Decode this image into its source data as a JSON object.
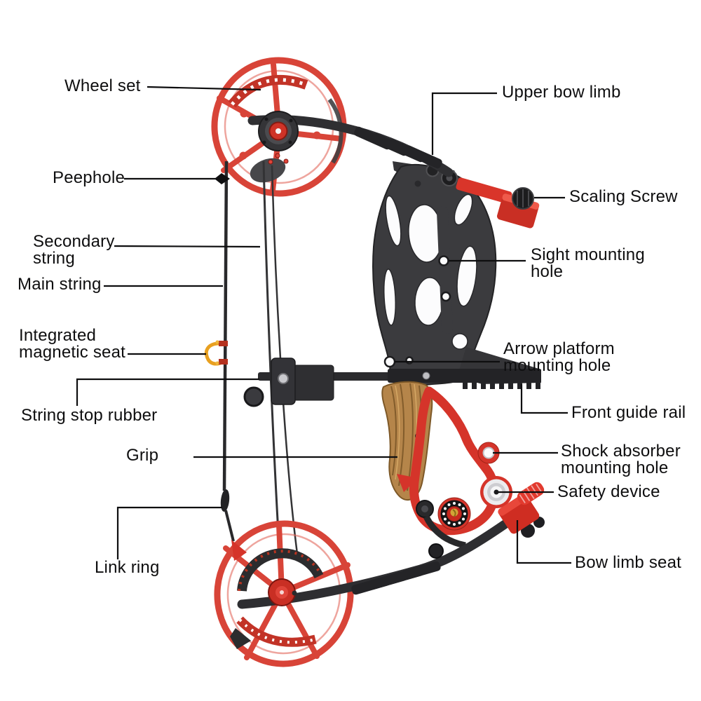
{
  "diagram": {
    "labels": {
      "wheel_set": {
        "lines": [
          "Wheel set"
        ]
      },
      "peephole": {
        "lines": [
          "Peephole"
        ]
      },
      "secondary_string": {
        "lines": [
          "Secondary",
          "string"
        ]
      },
      "main_string": {
        "lines": [
          "Main string"
        ]
      },
      "integrated_magnetic_seat": {
        "lines": [
          "Integrated",
          "magnetic seat"
        ]
      },
      "string_stop_rubber": {
        "lines": [
          "String stop rubber"
        ]
      },
      "grip": {
        "lines": [
          "Grip"
        ]
      },
      "link_ring": {
        "lines": [
          "Link ring"
        ]
      },
      "upper_bow_limb": {
        "lines": [
          "Upper bow limb"
        ]
      },
      "scaling_screw": {
        "lines": [
          "Scaling Screw"
        ]
      },
      "sight_mounting_hole": {
        "lines": [
          "Sight mounting",
          "hole"
        ]
      },
      "arrow_platform_mounting_hole": {
        "lines": [
          "Arrow platform",
          "mounting hole"
        ]
      },
      "front_guide_rail": {
        "lines": [
          "Front guide rail"
        ]
      },
      "shock_absorber_mounting_hole": {
        "lines": [
          "Shock absorber",
          "mounting hole"
        ]
      },
      "safety_device": {
        "lines": [
          "Safety device"
        ]
      },
      "bow_limb_seat": {
        "lines": [
          "Bow limb seat"
        ]
      }
    },
    "colors": {
      "bow_red": "#d84438",
      "accent_red": "#d5342a",
      "riser_gray": "#3b3b3e",
      "limb_black": "#2e2e31",
      "wood_brown": "#b5854a",
      "d_loop_orange": "#e8a020",
      "medallion_gold": "#d2a437",
      "label_text": "#0e0e0f",
      "background": "#ffffff"
    }
  }
}
